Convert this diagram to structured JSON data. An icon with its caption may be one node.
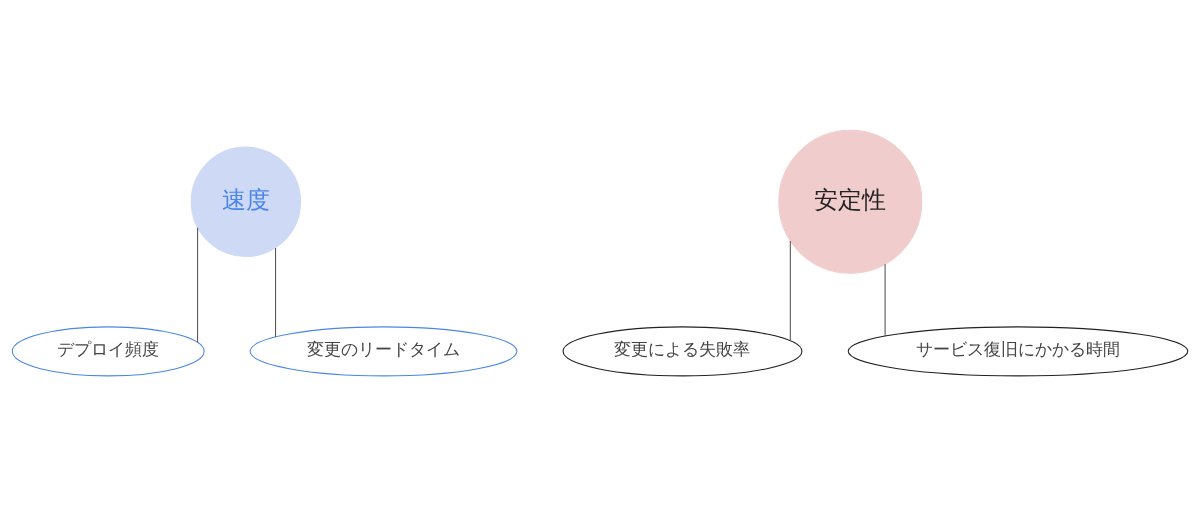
{
  "diagram": {
    "nodes": [
      {
        "text": [
          "速度"
        ]
      },
      {
        "text": [
          "デプロイ頻度"
        ]
      },
      {
        "text": [
          "変更のリードタイム"
        ]
      },
      {
        "text": [
          "安定性"
        ]
      },
      {
        "text": [
          "変更による失敗率"
        ]
      },
      {
        "text": [
          "サービス復旧にかかる時間"
        ]
      }
    ],
    "edges": [
      {
        "from": 0,
        "to": 1,
        "arrow": "none"
      },
      {
        "from": 0,
        "to": 2,
        "arrow": "none"
      },
      {
        "from": 3,
        "to": 4,
        "arrow": "none"
      },
      {
        "from": 3,
        "to": 5,
        "arrow": "none"
      }
    ]
  }
}
